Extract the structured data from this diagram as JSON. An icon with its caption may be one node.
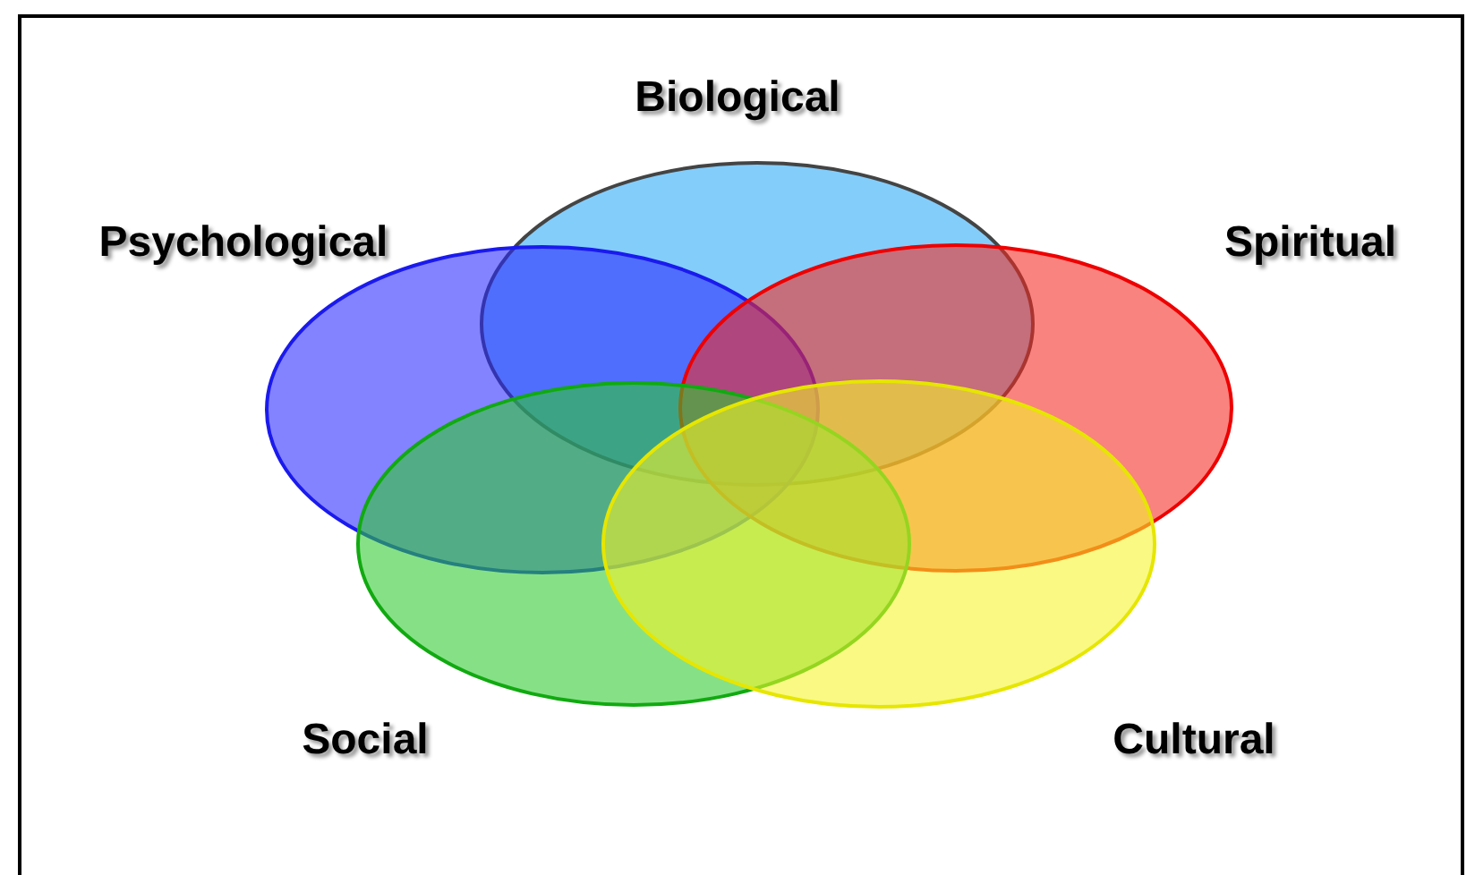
{
  "diagram": {
    "nodes": [
      {
        "text": [
          "Biological"
        ]
      },
      {
        "text": [
          "Psychological"
        ]
      },
      {
        "text": [
          "Spiritual"
        ]
      },
      {
        "text": [
          "Social"
        ]
      },
      {
        "text": [
          "Cultural"
        ]
      }
    ]
  }
}
